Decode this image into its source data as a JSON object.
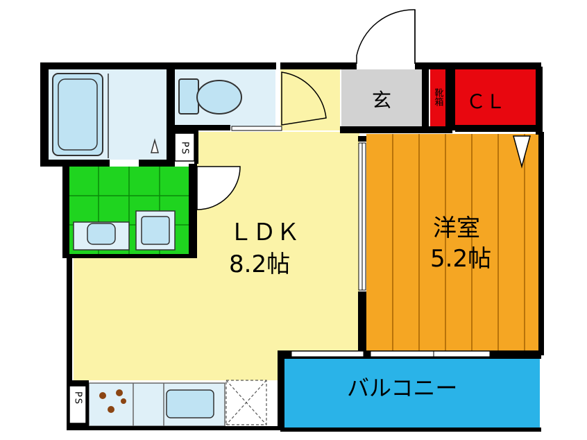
{
  "rooms": {
    "ldk": {
      "name": "ＬＤＫ",
      "size": "8.2帖"
    },
    "western": {
      "name": "洋室",
      "size": "5.2帖"
    },
    "entrance": {
      "name": "玄"
    },
    "shoe_box": {
      "name": "靴箱"
    },
    "closet": {
      "name": "ＣＬ"
    },
    "balcony": {
      "name": "バルコニー"
    }
  },
  "ps_labels": {
    "upper": "PS",
    "lower": "PS"
  },
  "colors": {
    "ldk_floor": "#fbf3a8",
    "western_floor": "#f5a623",
    "western_lines": "#b8730a",
    "bath": "#dff0f8",
    "washroom_tile": "#1fd41f",
    "closet": "#e8070f",
    "balcony": "#2ab3e8",
    "entrance": "#d2d2d2",
    "wall": "#000000"
  }
}
